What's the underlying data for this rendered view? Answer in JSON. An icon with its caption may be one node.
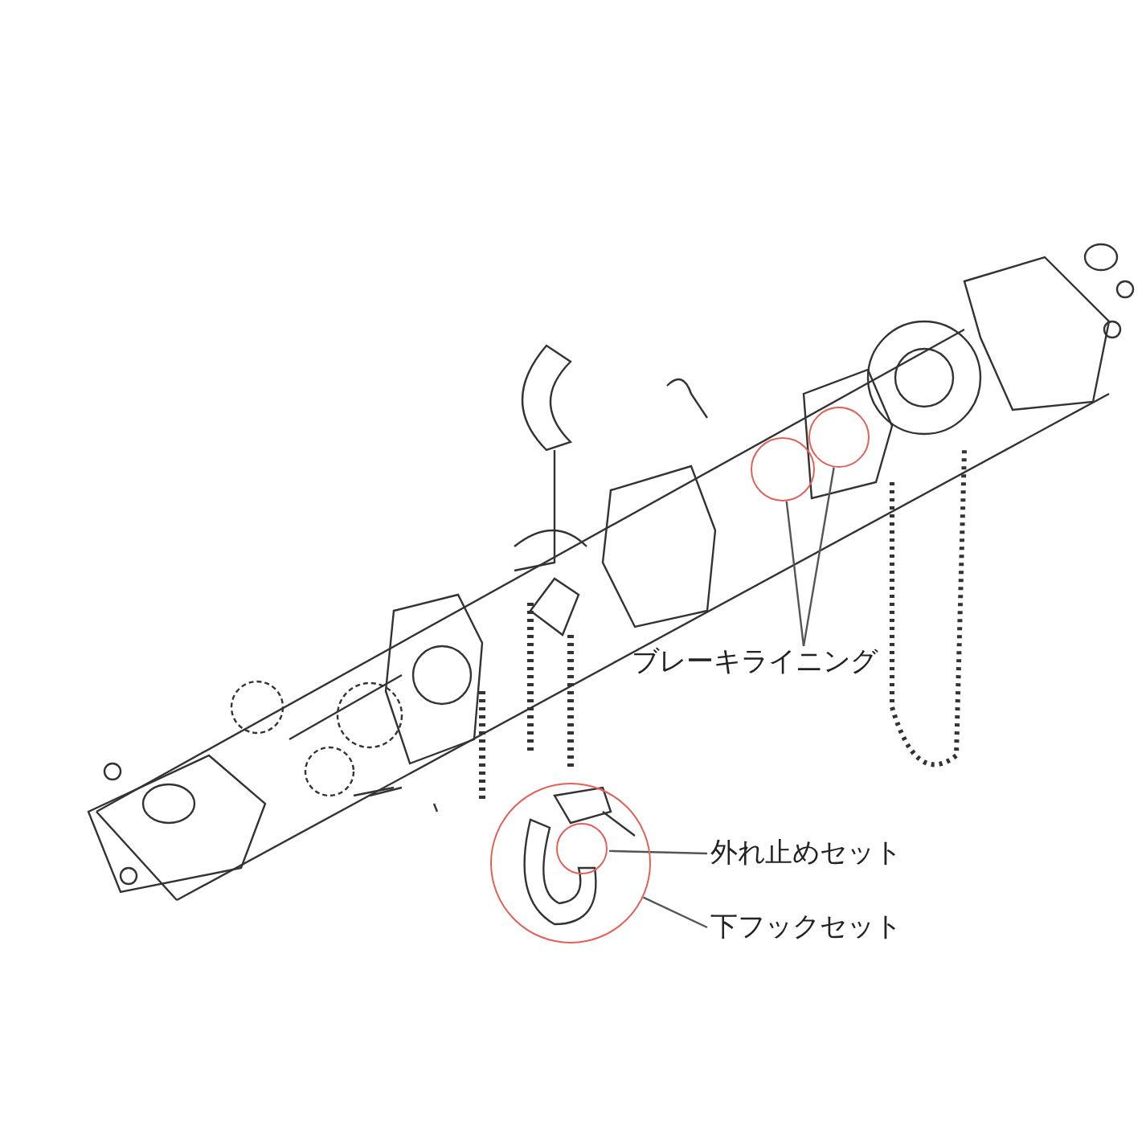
{
  "diagram": {
    "nodes": [
      {
        "text": [
          "ブレーキライニング"
        ]
      },
      {
        "text": [],
        "shape": "circle"
      },
      {
        "text": [],
        "shape": "circle"
      },
      {
        "text": [
          "外れ止めセット"
        ]
      },
      {
        "text": [
          "下フックセット"
        ]
      },
      {
        "text": [],
        "shape": "circle"
      },
      {
        "text": [],
        "shape": "circle",
        "in": 5
      }
    ],
    "edges": [
      {
        "from": 0,
        "to": 1,
        "arrow": "none"
      },
      {
        "from": 0,
        "to": 2,
        "arrow": "none"
      },
      {
        "from": 3,
        "to": 6,
        "arrow": "none"
      },
      {
        "from": 4,
        "to": 5,
        "arrow": "none"
      }
    ]
  }
}
